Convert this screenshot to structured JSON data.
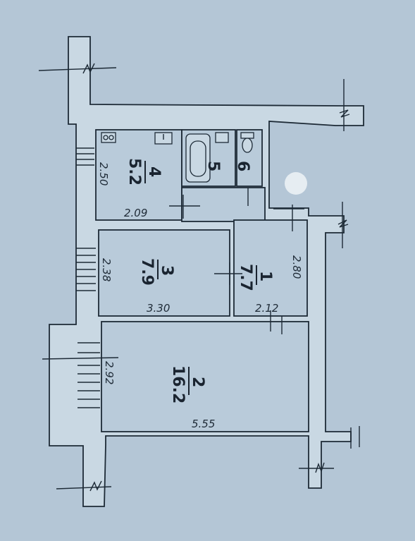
{
  "rooms": [
    {
      "number": "1",
      "area": "7.7"
    },
    {
      "number": "2",
      "area": "16.2"
    },
    {
      "number": "3",
      "area": "7.9"
    },
    {
      "number": "4",
      "area": "5.2"
    },
    {
      "number": "5",
      "area": ""
    },
    {
      "number": "6",
      "area": ""
    }
  ],
  "dimensions": {
    "kitchen_width": "2.09",
    "kitchen_depth": "2.50",
    "room3_width": "3.30",
    "room3_depth": "2.38",
    "hall_width": "2.12",
    "hall_depth": "2.80",
    "room2_width": "5.55",
    "room2_depth": "2.92"
  },
  "colors": {
    "background": "#b4c6d6",
    "wall_fill": "#c9d8e3",
    "line": "#1d2a36"
  }
}
